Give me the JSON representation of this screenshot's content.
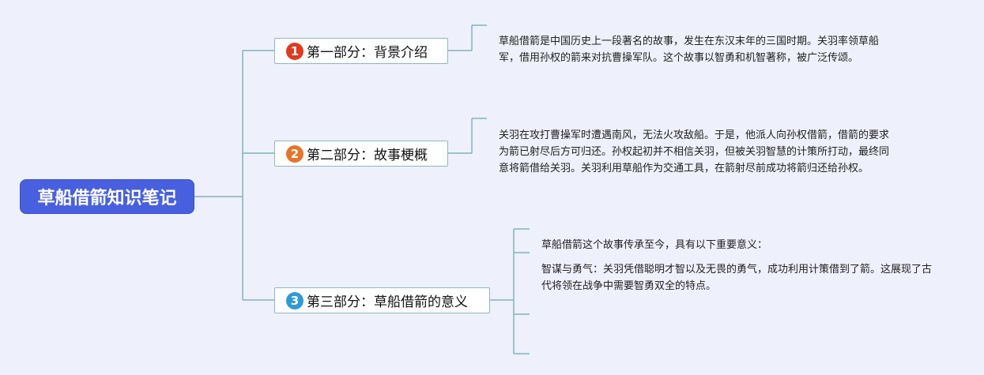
{
  "colors": {
    "root_bg": "#4860e0",
    "connector": "#7fb5bd",
    "badge_1": "#e03a1e",
    "badge_2": "#e8742a",
    "badge_3": "#2e9ad6"
  },
  "root": {
    "label": "草船借箭知识笔记"
  },
  "branches": [
    {
      "number": "1",
      "label": "第一部分：背景介绍",
      "notes": [
        "草船借箭是中国历史上一段著名的故事，发生在东汉末年的三国时期。关羽率领草船军，借用孙权的箭来对抗曹操军队。这个故事以智勇和机智著称，被广泛传颂。"
      ]
    },
    {
      "number": "2",
      "label": "第二部分：故事梗概",
      "notes": [
        "关羽在攻打曹操军时遭遇南风，无法火攻敌船。于是，他派人向孙权借箭，借箭的要求为箭已射尽后方可归还。孙权起初并不相信关羽，但被关羽智慧的计策所打动，最终同意将箭借给关羽。关羽利用草船作为交通工具，在箭射尽前成功将箭归还给孙权。"
      ]
    },
    {
      "number": "3",
      "label": "第三部分：草船借箭的意义",
      "notes": [
        "草船借箭这个故事传承至今，具有以下重要意义：",
        "智谋与勇气：关羽凭借聪明才智以及无畏的勇气，成功利用计策借到了箭。这展现了古代将领在战争中需要智勇双全的特点。"
      ]
    }
  ]
}
